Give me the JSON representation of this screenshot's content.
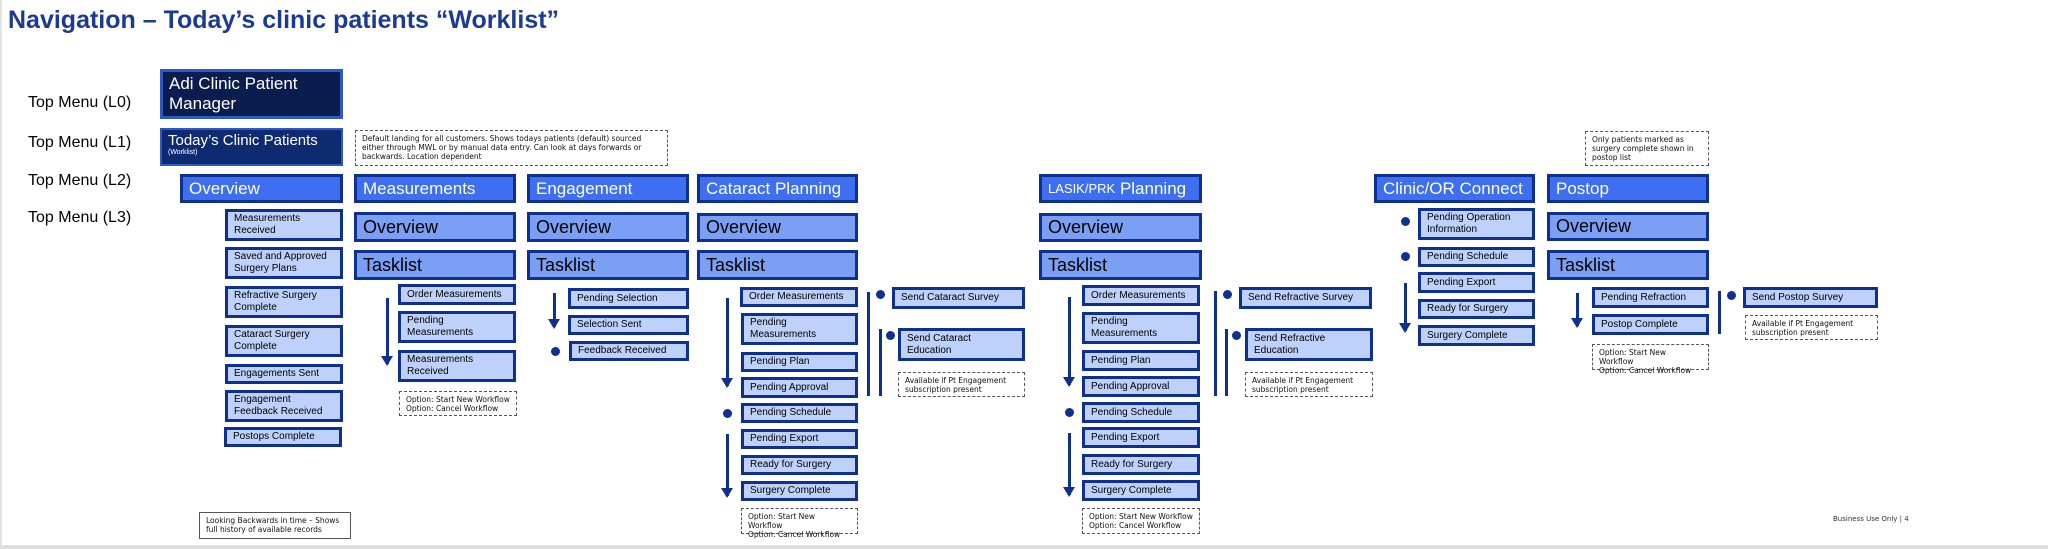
{
  "title": "Navigation – Today’s clinic patients “Worklist”",
  "levels": [
    "Top Menu (L0)",
    "Top Menu (L1)",
    "Top Menu (L2)",
    "Top Menu (L3)"
  ],
  "l0": "Adi Clinic Patient Manager",
  "l1": {
    "label": "Today’s Clinic Patients",
    "sub": "(Worklist)"
  },
  "l1_note": "Default landing for all customers. Shows todays patients (default) sourced either through MWL or by manual data entry. Can look at days forwards or backwards. Location dependent",
  "overview": {
    "label": "Overview",
    "items": [
      "Measurements Received",
      "Saved and Approved Surgery Plans",
      "Refractive Surgery Complete",
      "Cataract Surgery Complete",
      "Engagements Sent",
      "Engagement Feedback Received",
      "Postops Complete"
    ],
    "note": "Looking Backwards in time – Shows full history of available records"
  },
  "common": {
    "overview": "Overview",
    "tasklist": "Tasklist",
    "options": [
      "Option: Start New Workflow",
      "Option: Cancel Workflow"
    ],
    "engagement_note": "Available if Pt Engagement subscription present"
  },
  "measurements": {
    "label": "Measurements",
    "items": [
      "Order Measurements",
      "Pending Measurements",
      "Measurements Received"
    ]
  },
  "engagement": {
    "label": "Engagement",
    "items": [
      "Pending Selection",
      "Selection Sent",
      "Feedback Received"
    ]
  },
  "cataract": {
    "label": "Cataract Planning",
    "items": [
      "Order Measurements",
      "Pending Measurements",
      "Pending Plan",
      "Pending Approval",
      "Pending Schedule",
      "Pending Export",
      "Ready for Surgery",
      "Surgery Complete"
    ],
    "side": [
      "Send Cataract Survey",
      "Send Cataract Education"
    ]
  },
  "lasik": {
    "label_small": "LASIK/PRK",
    "label": "Planning",
    "items": [
      "Order Measurements",
      "Pending Measurements",
      "Pending Plan",
      "Pending Approval",
      "Pending Schedule",
      "Pending Export",
      "Ready for Surgery",
      "Surgery Complete"
    ],
    "side": [
      "Send Refractive Survey",
      "Send Refractive Education"
    ]
  },
  "clinic_or": {
    "label": "Clinic/OR Connect",
    "items": [
      "Pending Operation Information",
      "Pending Schedule",
      "Pending Export",
      "Ready for Surgery",
      "Surgery Complete"
    ]
  },
  "postop": {
    "label": "Postop",
    "note": "Only patients marked as surgery complete shown in postop list",
    "items": [
      "Pending Refraction",
      "Postop Complete"
    ],
    "side": [
      "Send Postop Survey"
    ]
  },
  "footer": "Business Use Only | 4",
  "colors": {
    "title": "#1b3a94",
    "l0": "#0b1c4e",
    "l1": "#0e2b72",
    "l2": "#3d6ff0",
    "l3": "#7ba0f3",
    "item": "#bdd1fa",
    "border": "#10308f"
  }
}
